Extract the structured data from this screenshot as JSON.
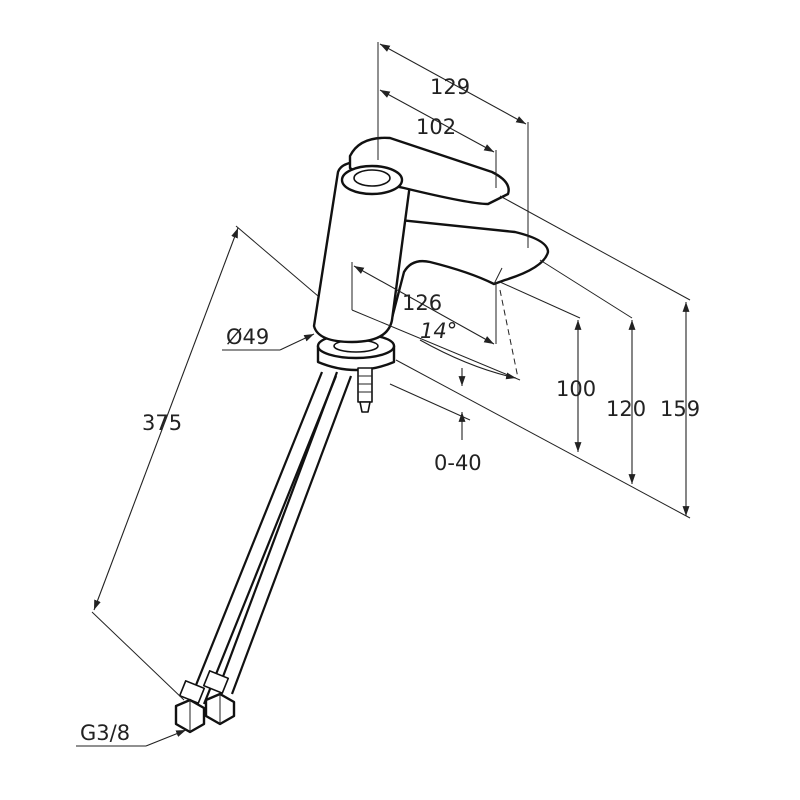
{
  "diagram": {
    "dimensions": {
      "total_depth": "129",
      "lever_depth": "102",
      "spout_reach": "126",
      "spout_angle": "14°",
      "base_diameter": "Ø49",
      "spout_height": "100",
      "spout_top_height": "120",
      "total_height": "159",
      "deck_thickness": "0-40",
      "hose_length": "375",
      "hose_thread": "G3/8"
    }
  }
}
